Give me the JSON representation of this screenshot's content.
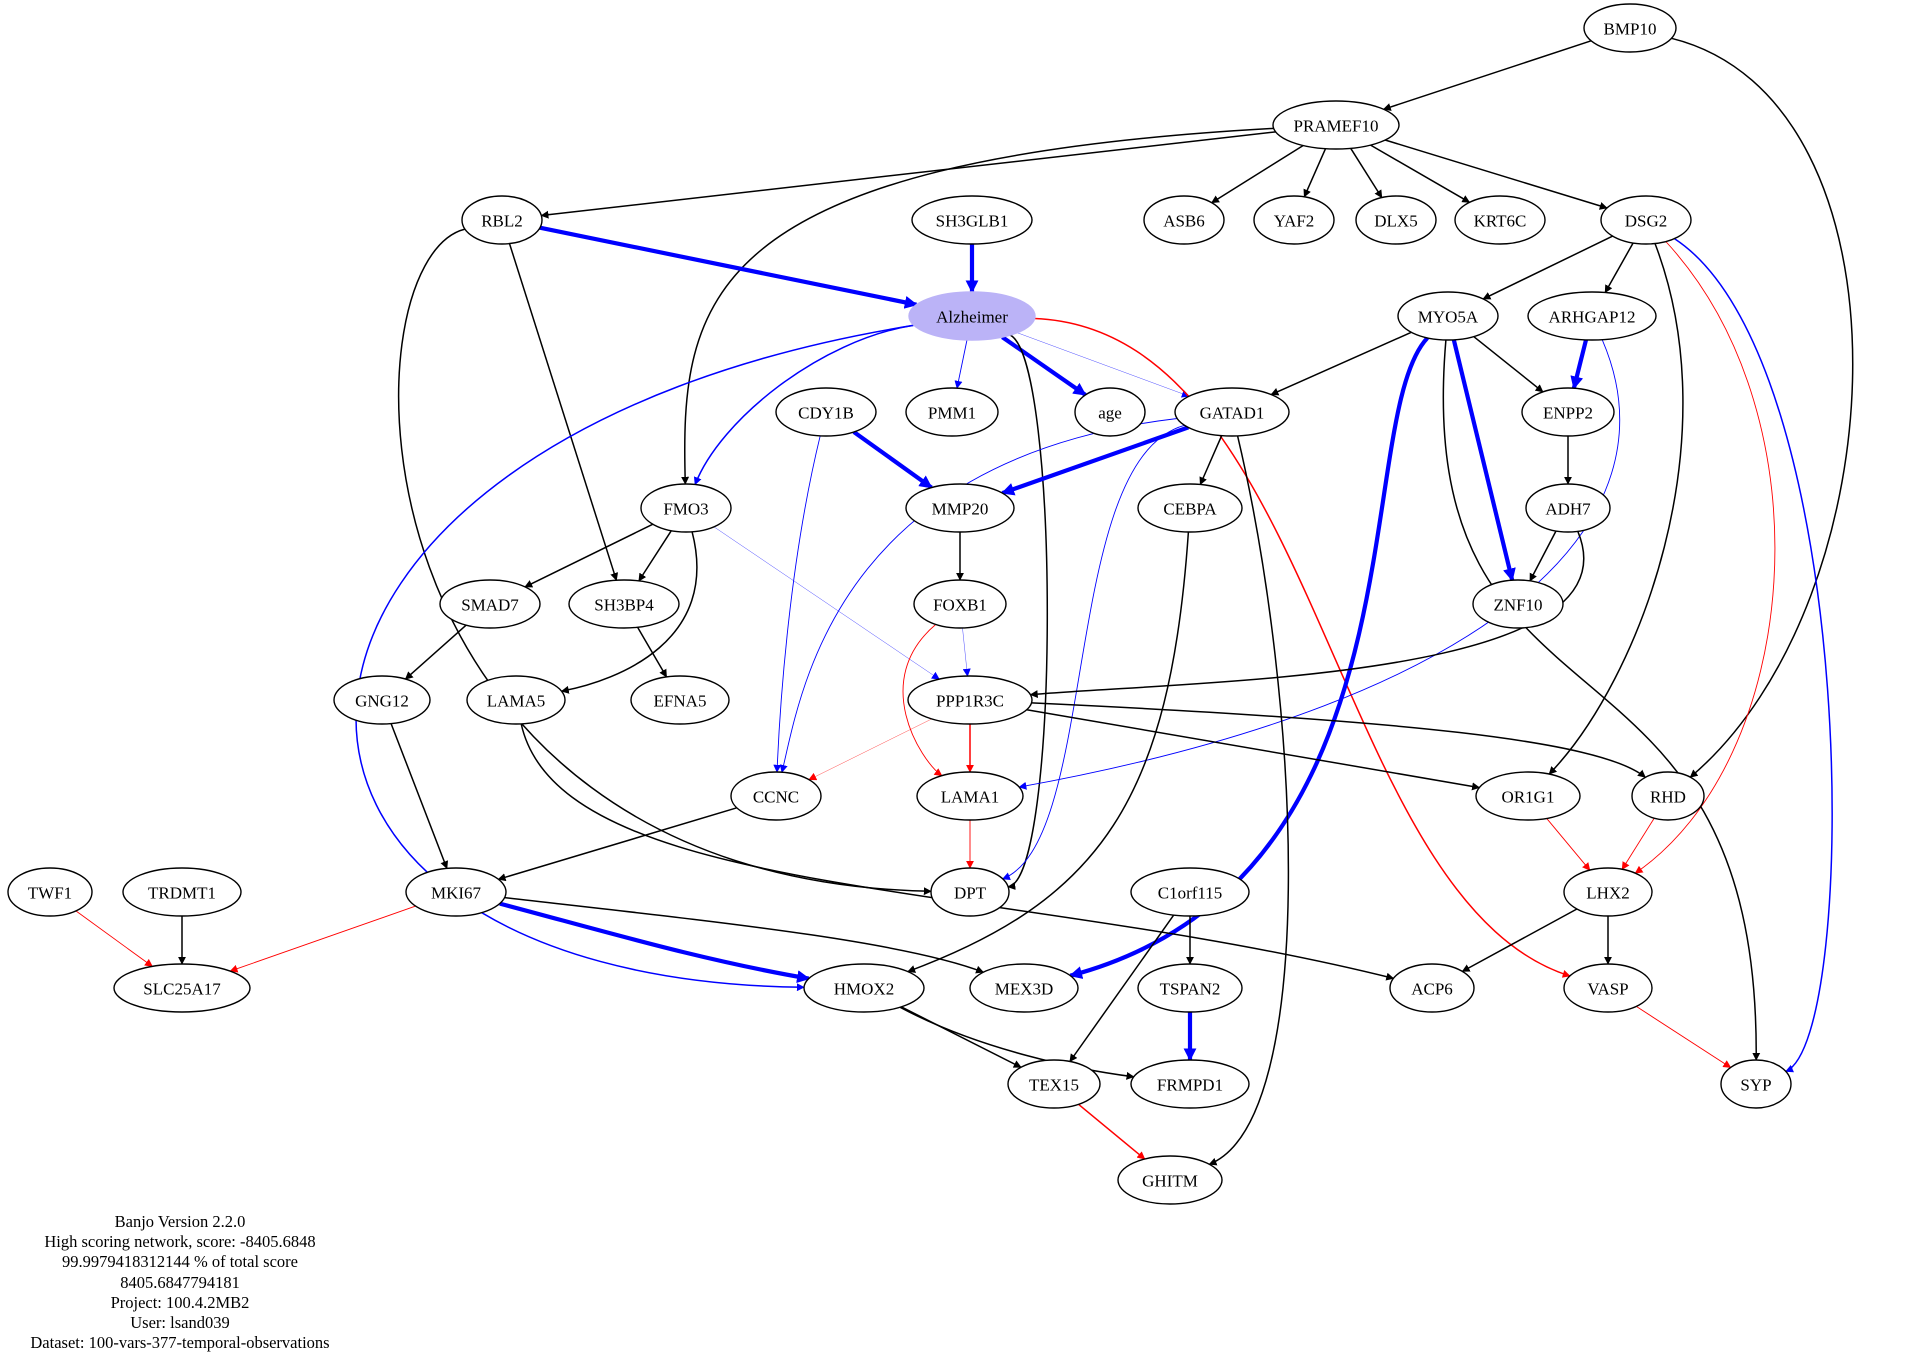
{
  "nodes": [
    {
      "id": "BMP10",
      "label": "BMP10"
    },
    {
      "id": "PRAMEF10",
      "label": "PRAMEF10"
    },
    {
      "id": "RBL2",
      "label": "RBL2"
    },
    {
      "id": "SH3GLB1",
      "label": "SH3GLB1"
    },
    {
      "id": "ASB6",
      "label": "ASB6"
    },
    {
      "id": "YAF2",
      "label": "YAF2"
    },
    {
      "id": "DLX5",
      "label": "DLX5"
    },
    {
      "id": "KRT6C",
      "label": "KRT6C"
    },
    {
      "id": "DSG2",
      "label": "DSG2"
    },
    {
      "id": "Alzheimer",
      "label": "Alzheimer",
      "highlight": true
    },
    {
      "id": "MYO5A",
      "label": "MYO5A"
    },
    {
      "id": "ARHGAP12",
      "label": "ARHGAP12"
    },
    {
      "id": "CDY1B",
      "label": "CDY1B"
    },
    {
      "id": "PMM1",
      "label": "PMM1"
    },
    {
      "id": "age",
      "label": "age"
    },
    {
      "id": "GATAD1",
      "label": "GATAD1"
    },
    {
      "id": "ENPP2",
      "label": "ENPP2"
    },
    {
      "id": "FMO3",
      "label": "FMO3"
    },
    {
      "id": "MMP20",
      "label": "MMP20"
    },
    {
      "id": "CEBPA",
      "label": "CEBPA"
    },
    {
      "id": "ADH7",
      "label": "ADH7"
    },
    {
      "id": "SMAD7",
      "label": "SMAD7"
    },
    {
      "id": "SH3BP4",
      "label": "SH3BP4"
    },
    {
      "id": "FOXB1",
      "label": "FOXB1"
    },
    {
      "id": "ZNF10",
      "label": "ZNF10"
    },
    {
      "id": "GNG12",
      "label": "GNG12"
    },
    {
      "id": "LAMA5",
      "label": "LAMA5"
    },
    {
      "id": "EFNA5",
      "label": "EFNA5"
    },
    {
      "id": "PPP1R3C",
      "label": "PPP1R3C"
    },
    {
      "id": "CCNC",
      "label": "CCNC"
    },
    {
      "id": "LAMA1",
      "label": "LAMA1"
    },
    {
      "id": "OR1G1",
      "label": "OR1G1"
    },
    {
      "id": "RHD",
      "label": "RHD"
    },
    {
      "id": "TWF1",
      "label": "TWF1"
    },
    {
      "id": "TRDMT1",
      "label": "TRDMT1"
    },
    {
      "id": "MKI67",
      "label": "MKI67"
    },
    {
      "id": "DPT",
      "label": "DPT"
    },
    {
      "id": "C1orf115",
      "label": "C1orf115"
    },
    {
      "id": "LHX2",
      "label": "LHX2"
    },
    {
      "id": "SLC25A17",
      "label": "SLC25A17"
    },
    {
      "id": "HMOX2",
      "label": "HMOX2"
    },
    {
      "id": "MEX3D",
      "label": "MEX3D"
    },
    {
      "id": "TSPAN2",
      "label": "TSPAN2"
    },
    {
      "id": "ACP6",
      "label": "ACP6"
    },
    {
      "id": "VASP",
      "label": "VASP"
    },
    {
      "id": "TEX15",
      "label": "TEX15"
    },
    {
      "id": "FRMPD1",
      "label": "FRMPD1"
    },
    {
      "id": "SYP",
      "label": "SYP"
    },
    {
      "id": "GHITM",
      "label": "GHITM"
    }
  ],
  "edges": [
    {
      "from": "BMP10",
      "to": "PRAMEF10",
      "color": "#000000",
      "weight": "normal"
    },
    {
      "from": "BMP10",
      "to": "RHD",
      "color": "#000000",
      "weight": "normal"
    },
    {
      "from": "PRAMEF10",
      "to": "RBL2",
      "color": "#000000",
      "weight": "normal"
    },
    {
      "from": "PRAMEF10",
      "to": "ASB6",
      "color": "#000000",
      "weight": "normal"
    },
    {
      "from": "PRAMEF10",
      "to": "YAF2",
      "color": "#000000",
      "weight": "normal"
    },
    {
      "from": "PRAMEF10",
      "to": "DLX5",
      "color": "#000000",
      "weight": "normal"
    },
    {
      "from": "PRAMEF10",
      "to": "KRT6C",
      "color": "#000000",
      "weight": "normal"
    },
    {
      "from": "PRAMEF10",
      "to": "DSG2",
      "color": "#000000",
      "weight": "normal"
    },
    {
      "from": "PRAMEF10",
      "to": "FMO3",
      "color": "#000000",
      "weight": "normal"
    },
    {
      "from": "RBL2",
      "to": "Alzheimer",
      "color": "#0000ff",
      "weight": "heavy"
    },
    {
      "from": "RBL2",
      "to": "SH3BP4",
      "color": "#000000",
      "weight": "normal"
    },
    {
      "from": "RBL2",
      "to": "DPT",
      "color": "#000000",
      "weight": "normal"
    },
    {
      "from": "SH3GLB1",
      "to": "Alzheimer",
      "color": "#0000ff",
      "weight": "heavy"
    },
    {
      "from": "DSG2",
      "to": "MYO5A",
      "color": "#000000",
      "weight": "normal"
    },
    {
      "from": "DSG2",
      "to": "ARHGAP12",
      "color": "#000000",
      "weight": "normal"
    },
    {
      "from": "DSG2",
      "to": "OR1G1",
      "color": "#000000",
      "weight": "normal"
    },
    {
      "from": "DSG2",
      "to": "LHX2",
      "color": "#ff0000",
      "weight": "thin"
    },
    {
      "from": "DSG2",
      "to": "SYP",
      "color": "#0000ff",
      "weight": "normal"
    },
    {
      "from": "Alzheimer",
      "to": "FMO3",
      "color": "#0000ff",
      "weight": "normal"
    },
    {
      "from": "Alzheimer",
      "to": "PMM1",
      "color": "#0000ff",
      "weight": "thin"
    },
    {
      "from": "Alzheimer",
      "to": "age",
      "color": "#0000ff",
      "weight": "heavy"
    },
    {
      "from": "Alzheimer",
      "to": "GATAD1",
      "color": "#0000ff",
      "weight": "faint"
    },
    {
      "from": "Alzheimer",
      "to": "DPT",
      "color": "#000000",
      "weight": "normal"
    },
    {
      "from": "Alzheimer",
      "to": "HMOX2",
      "color": "#0000ff",
      "weight": "normal"
    },
    {
      "from": "Alzheimer",
      "to": "VASP",
      "color": "#ff0000",
      "weight": "normal"
    },
    {
      "from": "MYO5A",
      "to": "GATAD1",
      "color": "#000000",
      "weight": "normal"
    },
    {
      "from": "MYO5A",
      "to": "ENPP2",
      "color": "#000000",
      "weight": "normal"
    },
    {
      "from": "MYO5A",
      "to": "ZNF10",
      "color": "#0000ff",
      "weight": "heavy"
    },
    {
      "from": "MYO5A",
      "to": "MEX3D",
      "color": "#0000ff",
      "weight": "heavy"
    },
    {
      "from": "MYO5A",
      "to": "SYP",
      "color": "#000000",
      "weight": "normal"
    },
    {
      "from": "ARHGAP12",
      "to": "ENPP2",
      "color": "#0000ff",
      "weight": "heavy"
    },
    {
      "from": "ARHGAP12",
      "to": "LAMA1",
      "color": "#0000ff",
      "weight": "thin"
    },
    {
      "from": "CDY1B",
      "to": "MMP20",
      "color": "#0000ff",
      "weight": "heavy"
    },
    {
      "from": "CDY1B",
      "to": "CCNC",
      "color": "#0000ff",
      "weight": "thin"
    },
    {
      "from": "GATAD1",
      "to": "MMP20",
      "color": "#0000ff",
      "weight": "heavy"
    },
    {
      "from": "GATAD1",
      "to": "CEBPA",
      "color": "#000000",
      "weight": "normal"
    },
    {
      "from": "GATAD1",
      "to": "CCNC",
      "color": "#0000ff",
      "weight": "thin"
    },
    {
      "from": "GATAD1",
      "to": "DPT",
      "color": "#0000ff",
      "weight": "thin"
    },
    {
      "from": "GATAD1",
      "to": "GHITM",
      "color": "#000000",
      "weight": "normal"
    },
    {
      "from": "ENPP2",
      "to": "ADH7",
      "color": "#000000",
      "weight": "normal"
    },
    {
      "from": "ADH7",
      "to": "ZNF10",
      "color": "#000000",
      "weight": "normal"
    },
    {
      "from": "ADH7",
      "to": "PPP1R3C",
      "color": "#000000",
      "weight": "normal"
    },
    {
      "from": "FMO3",
      "to": "SMAD7",
      "color": "#000000",
      "weight": "normal"
    },
    {
      "from": "FMO3",
      "to": "SH3BP4",
      "color": "#000000",
      "weight": "normal"
    },
    {
      "from": "FMO3",
      "to": "LAMA5",
      "color": "#000000",
      "weight": "normal"
    },
    {
      "from": "FMO3",
      "to": "PPP1R3C",
      "color": "#0000ff",
      "weight": "faint"
    },
    {
      "from": "MMP20",
      "to": "FOXB1",
      "color": "#000000",
      "weight": "normal"
    },
    {
      "from": "CEBPA",
      "to": "HMOX2",
      "color": "#000000",
      "weight": "normal"
    },
    {
      "from": "SMAD7",
      "to": "GNG12",
      "color": "#000000",
      "weight": "normal"
    },
    {
      "from": "SH3BP4",
      "to": "EFNA5",
      "color": "#000000",
      "weight": "normal"
    },
    {
      "from": "FOXB1",
      "to": "PPP1R3C",
      "color": "#0000ff",
      "weight": "faint"
    },
    {
      "from": "FOXB1",
      "to": "LAMA1",
      "color": "#ff0000",
      "weight": "thin"
    },
    {
      "from": "GNG12",
      "to": "MKI67",
      "color": "#000000",
      "weight": "normal"
    },
    {
      "from": "LAMA5",
      "to": "ACP6",
      "color": "#000000",
      "weight": "normal"
    },
    {
      "from": "PPP1R3C",
      "to": "CCNC",
      "color": "#ff0000",
      "weight": "faint"
    },
    {
      "from": "PPP1R3C",
      "to": "LAMA1",
      "color": "#ff0000",
      "weight": "normal"
    },
    {
      "from": "PPP1R3C",
      "to": "OR1G1",
      "color": "#000000",
      "weight": "normal"
    },
    {
      "from": "PPP1R3C",
      "to": "RHD",
      "color": "#000000",
      "weight": "normal"
    },
    {
      "from": "CCNC",
      "to": "MKI67",
      "color": "#000000",
      "weight": "normal"
    },
    {
      "from": "LAMA1",
      "to": "DPT",
      "color": "#ff0000",
      "weight": "thin"
    },
    {
      "from": "OR1G1",
      "to": "LHX2",
      "color": "#ff0000",
      "weight": "thin"
    },
    {
      "from": "RHD",
      "to": "LHX2",
      "color": "#ff0000",
      "weight": "thin"
    },
    {
      "from": "TWF1",
      "to": "SLC25A17",
      "color": "#ff0000",
      "weight": "thin"
    },
    {
      "from": "TRDMT1",
      "to": "SLC25A17",
      "color": "#000000",
      "weight": "normal"
    },
    {
      "from": "MKI67",
      "to": "SLC25A17",
      "color": "#ff0000",
      "weight": "thin"
    },
    {
      "from": "MKI67",
      "to": "HMOX2",
      "color": "#0000ff",
      "weight": "heavy"
    },
    {
      "from": "MKI67",
      "to": "MEX3D",
      "color": "#000000",
      "weight": "normal"
    },
    {
      "from": "C1orf115",
      "to": "TSPAN2",
      "color": "#000000",
      "weight": "normal"
    },
    {
      "from": "C1orf115",
      "to": "TEX15",
      "color": "#000000",
      "weight": "normal"
    },
    {
      "from": "LHX2",
      "to": "ACP6",
      "color": "#000000",
      "weight": "normal"
    },
    {
      "from": "LHX2",
      "to": "VASP",
      "color": "#000000",
      "weight": "normal"
    },
    {
      "from": "HMOX2",
      "to": "TEX15",
      "color": "#000000",
      "weight": "normal"
    },
    {
      "from": "HMOX2",
      "to": "FRMPD1",
      "color": "#000000",
      "weight": "normal"
    },
    {
      "from": "TSPAN2",
      "to": "FRMPD1",
      "color": "#0000ff",
      "weight": "heavy"
    },
    {
      "from": "VASP",
      "to": "SYP",
      "color": "#ff0000",
      "weight": "thin"
    },
    {
      "from": "TEX15",
      "to": "GHITM",
      "color": "#ff0000",
      "weight": "normal"
    }
  ],
  "caption": [
    "Banjo Version 2.2.0",
    "High scoring network, score: -8405.6848",
    "99.9979418312144 % of total score",
    "8405.6847794181",
    "Project: 100.4.2MB2",
    "User: lsand039",
    "Dataset: 100-vars-377-temporal-observations"
  ]
}
